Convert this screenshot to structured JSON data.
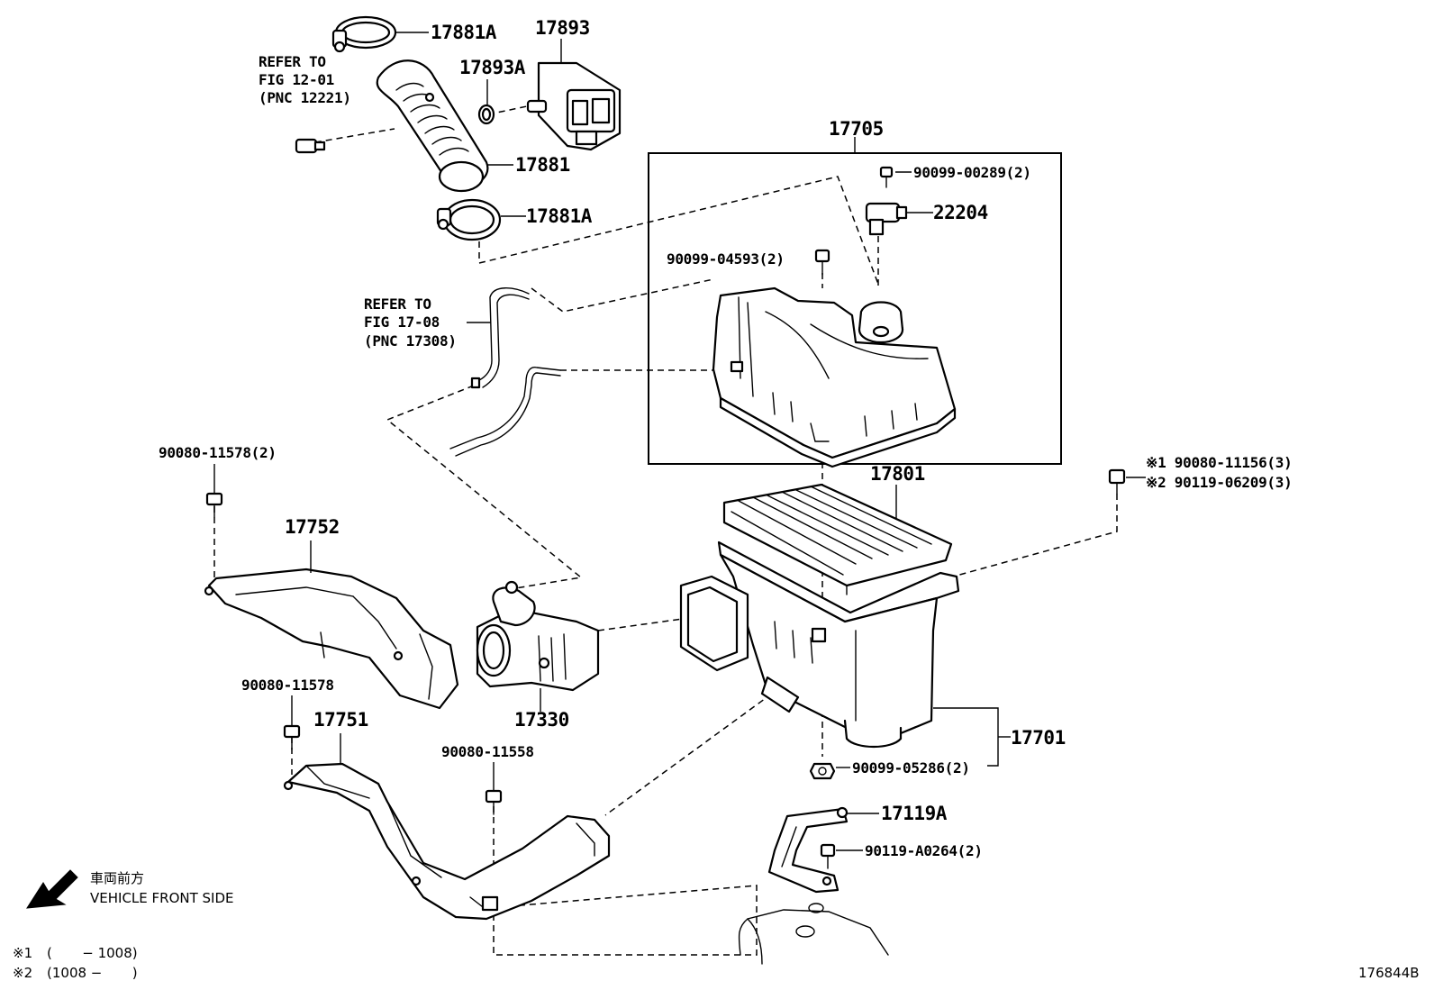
{
  "diagram_id": "176844B",
  "direction": {
    "label_jp": "車両前方",
    "label_en": "VEHICLE FRONT SIDE"
  },
  "footnotes": [
    {
      "mark": "※1",
      "text": "(       − 1008)"
    },
    {
      "mark": "※2",
      "text": "(1008 −       )"
    }
  ],
  "references": {
    "ref_12_01": [
      "REFER TO",
      "FIG 12-01",
      "(PNC 12221)"
    ],
    "ref_17_08": [
      "REFER TO",
      "FIG 17-08",
      "(PNC 17308)"
    ]
  },
  "parts": {
    "p17881A_top": "17881A",
    "p17893": "17893",
    "p17893A": "17893A",
    "p17881": "17881",
    "p17881A_bottom": "17881A",
    "p17705": "17705",
    "p90099_00289": "90099-00289(2)",
    "p22204": "22204",
    "p90099_04593": "90099-04593(2)",
    "p90080_11578_2": "90080-11578(2)",
    "p17801": "17801",
    "p90080_11156": "※1 90080-11156(3)",
    "p90119_06209": "※2 90119-06209(3)",
    "p17752": "17752",
    "p90080_11578": "90080-11578",
    "p17751": "17751",
    "p17330": "17330",
    "p90080_11558": "90080-11558",
    "p17701": "17701",
    "p90099_05286": "90099-05286(2)",
    "p17119A": "17119A",
    "p90119_A0264": "90119-A0264(2)"
  }
}
